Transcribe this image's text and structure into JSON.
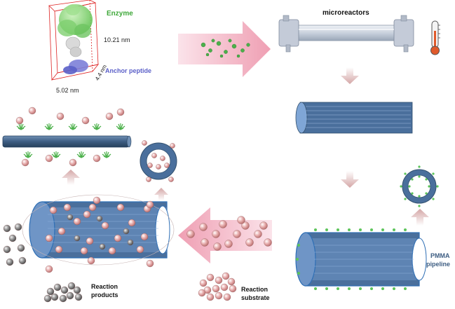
{
  "labels": {
    "enzyme": "Enzyme",
    "height_dim": "10.21 nm",
    "anchor_peptide": "Anchor peptide",
    "width_dim": "5.02 nm",
    "depth_dim": "4.4 nm",
    "microreactors": "microreactors",
    "pmma_line1": "PMMA",
    "pmma_line2": "pipeline",
    "reaction_products_line1": "Reaction",
    "reaction_products_line2": "products",
    "reaction_substrate_line1": "Reaction",
    "reaction_substrate_line2": "substrate"
  },
  "colors": {
    "enzyme": "#3fa83a",
    "anchor_peptide": "#5a5fc8",
    "pipe": "#4a6f9c",
    "pipe_dark": "#33516f",
    "pipe_edge": "#2f6fb5",
    "substrate": "#e3a3a3",
    "product": "#8a8a8a",
    "arrow": "#f2aebd"
  }
}
